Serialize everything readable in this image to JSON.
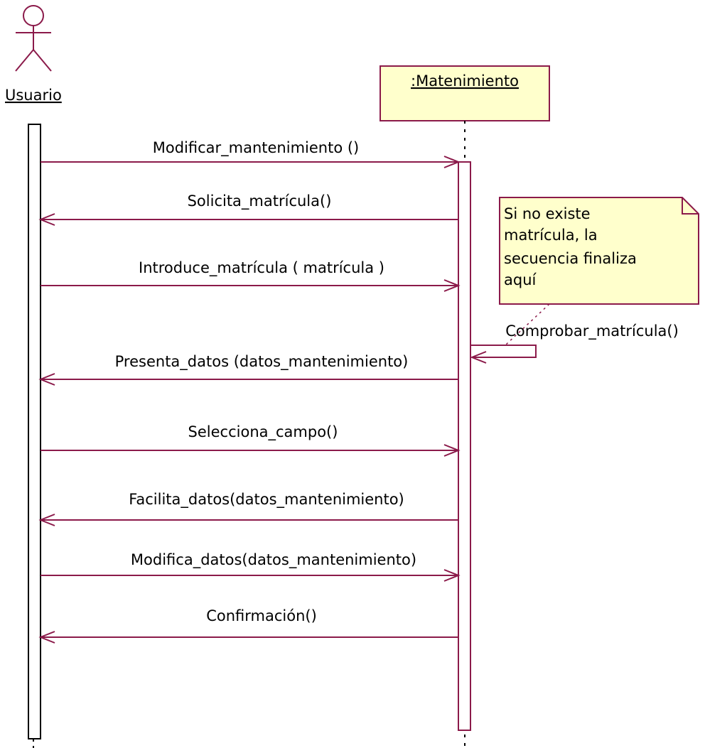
{
  "actor": {
    "name": "Usuario"
  },
  "object": {
    "name": ":Matenimiento"
  },
  "note": {
    "lines": [
      "Si no existe",
      "matrícula, la",
      "secuencia finaliza",
      "aquí"
    ]
  },
  "messages": [
    {
      "label": "Modificar_mantenimiento ()",
      "direction": "right"
    },
    {
      "label": "Solicita_matrícula()",
      "direction": "left"
    },
    {
      "label": "Introduce_matrícula ( matrícula )",
      "direction": "right"
    },
    {
      "label": "Comprobar_matrícula()",
      "direction": "self"
    },
    {
      "label": "Presenta_datos (datos_mantenimiento)",
      "direction": "left"
    },
    {
      "label": "Selecciona_campo()",
      "direction": "right"
    },
    {
      "label": "Facilita_datos(datos_mantenimiento)",
      "direction": "left"
    },
    {
      "label": "Modifica_datos(datos_mantenimiento)",
      "direction": "right"
    },
    {
      "label": "Confirmación()",
      "direction": "left"
    }
  ],
  "colors": {
    "line": "#8b1a4a",
    "object_fill": "#ffffcc",
    "note_fill": "#ffffcc",
    "activation_fill": "#ffffff",
    "black": "#000000"
  }
}
